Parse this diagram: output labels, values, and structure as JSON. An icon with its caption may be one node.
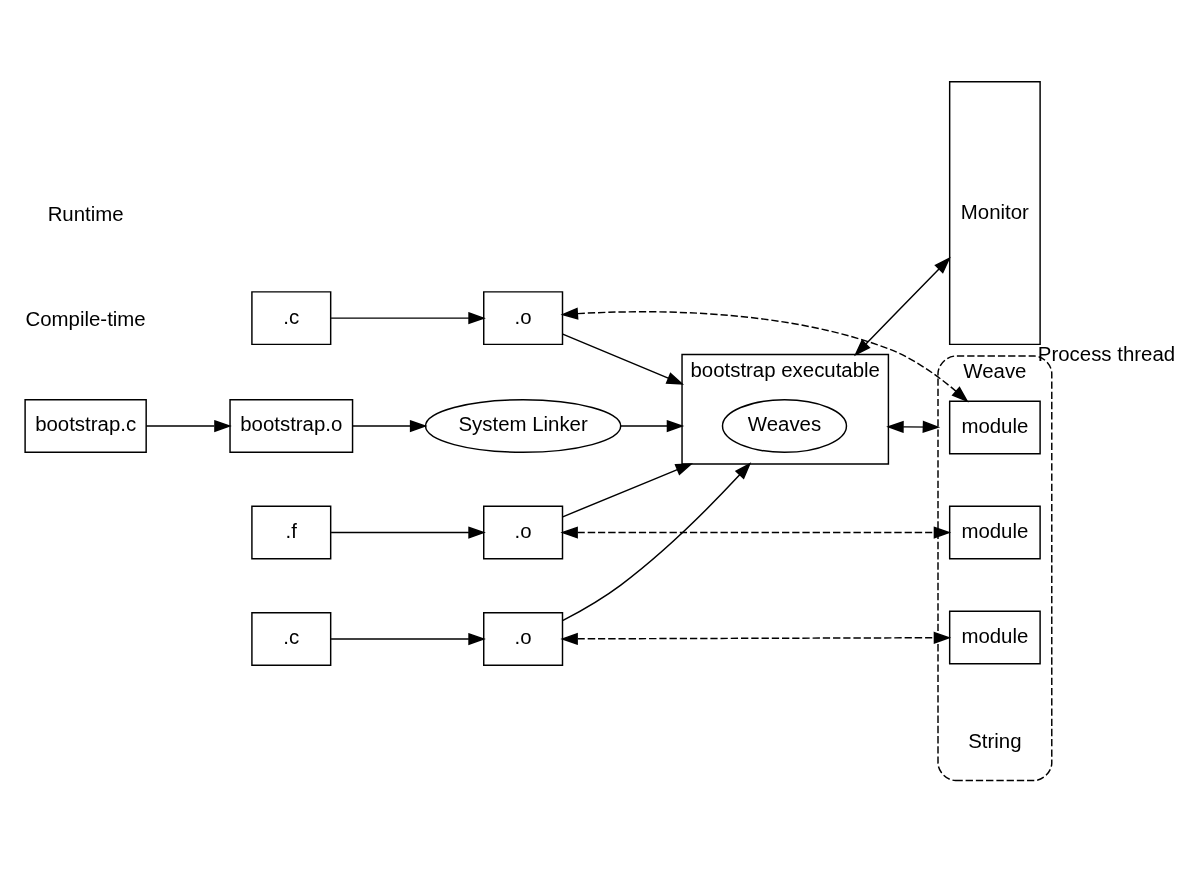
{
  "diagram": {
    "nodes": [
      {
        "text": [
          "bootstrap.c"
        ]
      },
      {
        "text": [
          "bootstrap.o"
        ]
      },
      {
        "text": [
          "System Linker"
        ]
      },
      {
        "text": [
          "bootstrap executable"
        ]
      },
      {
        "text": [
          "Weaves"
        ],
        "in": 3
      },
      {
        "text": [
          "Weave"
        ],
        "beside": [
          "String"
        ]
      },
      {
        "text": [
          "Monitor"
        ],
        "beside": [
          "Process thread"
        ]
      },
      {
        "text": [
          ".c"
        ]
      },
      {
        "text": [
          ".o"
        ]
      },
      {
        "text": [
          "module"
        ],
        "in": 5
      },
      {
        "text": [
          ".c"
        ]
      },
      {
        "text": [
          ".o"
        ]
      },
      {
        "text": [
          "module"
        ],
        "in": 5
      },
      {
        "text": [
          ".f"
        ]
      },
      {
        "text": [
          ".o"
        ]
      },
      {
        "text": [
          "module"
        ],
        "in": 5
      }
    ],
    "edges": [
      {
        "from": 0,
        "to": 1,
        "arrow": "to"
      },
      {
        "from": 1,
        "to": 2,
        "arrow": "to"
      },
      {
        "from": 2,
        "to": 3,
        "arrow": "to"
      },
      {
        "from": 8,
        "to": 3,
        "arrow": "to"
      },
      {
        "from": 11,
        "to": 3,
        "arrow": "to"
      },
      {
        "from": 14,
        "to": 3,
        "arrow": "to"
      },
      {
        "from": 3,
        "to": 5,
        "arrow": "both"
      },
      {
        "from": 3,
        "to": 6,
        "arrow": "both"
      },
      {
        "from": 7,
        "to": 8,
        "arrow": "to"
      },
      {
        "from": 10,
        "to": 11,
        "arrow": "to"
      },
      {
        "from": 13,
        "to": 14,
        "arrow": "to"
      },
      {
        "from": 8,
        "to": 9,
        "arrow": "both",
        "style": "dashed"
      },
      {
        "from": 11,
        "to": 12,
        "arrow": "both",
        "style": "dashed"
      },
      {
        "from": 14,
        "to": 15,
        "arrow": "both",
        "style": "dashed"
      }
    ],
    "labels": [
      "Compile-time",
      "Runtime"
    ]
  }
}
